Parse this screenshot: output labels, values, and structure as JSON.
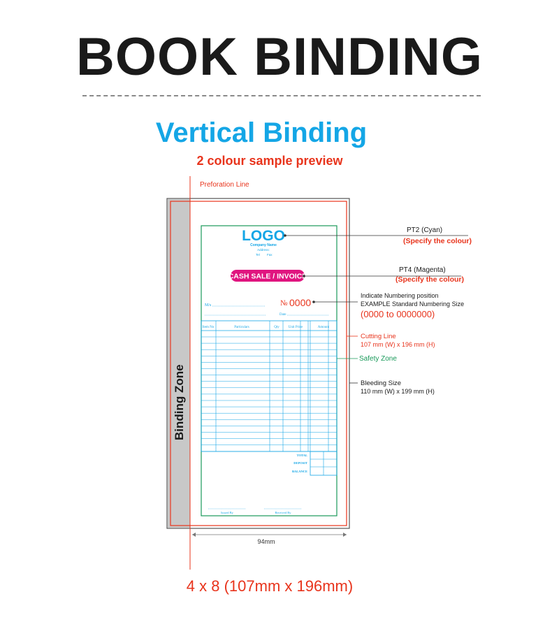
{
  "page": {
    "title": "BOOK BINDING",
    "subtitle": "Vertical Binding",
    "preview_label": "2 colour sample preview",
    "size_label": "4 x 8 (107mm x 196mm)"
  },
  "colors": {
    "cyan": "#14a6e6",
    "red": "#e8341c",
    "magenta": "#e0157f",
    "green": "#1a9a5a",
    "binding_zone": "#c8c8c8"
  },
  "labels": {
    "perforation_line": "Preforation Line",
    "binding_zone": "Binding Zone",
    "width_dimension": "94mm",
    "pt2_title": "PT2 (Cyan)",
    "pt2_note": "(Specify the colour)",
    "pt4_title": "PT4 (Magenta)",
    "pt4_note": "(Specify the colour)",
    "numbering_line1": "Indicate Numbering position",
    "numbering_line2": "EXAMPLE  Standard Numbering Size",
    "numbering_range": "(0000 to 0000000)",
    "cutting_title": "Cutting Line",
    "cutting_size": "107 mm (W) x 196 mm (H)",
    "safety_zone": "Safety Zone",
    "bleeding_title": "Bleeding Size",
    "bleeding_size": "110 mm (W) x 199 mm (H)"
  },
  "form": {
    "logo": "LOGO",
    "company_name": "Company Name",
    "address": "Address:",
    "tel": "Tel",
    "fax": "Fax",
    "badge": "CASH SALE / INVOICE",
    "ms_label": "M/s",
    "number_symbol": "№",
    "number": "0000",
    "date_label": "Date",
    "columns": [
      "Item No",
      "Particulars",
      "Qty",
      "Unit Price",
      "Amount"
    ],
    "total": "TOTAL",
    "deposit": "DEPOSIT",
    "balance": "BALANCE",
    "issued_by": "Issued By",
    "received_by": "Received By"
  }
}
